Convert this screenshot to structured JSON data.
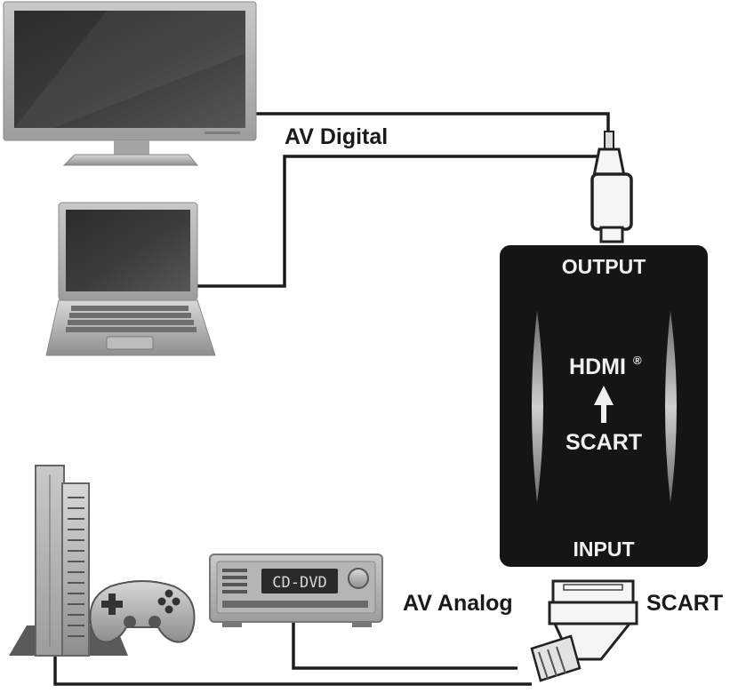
{
  "labels": {
    "av_digital": "AV Digital",
    "av_analog": "AV Analog",
    "scart": "SCART",
    "converter_output": "OUTPUT",
    "converter_input": "INPUT",
    "converter_hdmi": "HDMI",
    "converter_hdmi_mark": "®",
    "converter_scart": "SCART",
    "dvd_display": "CD-DVD"
  },
  "colors": {
    "ink": "#1a1a1a",
    "device_body": "#a9a9a9",
    "screen": "#3a3a3a",
    "converter": "#151515",
    "converter_text": "#f0f0f0"
  },
  "icons": {
    "monitor": "monitor-icon",
    "laptop": "laptop-icon",
    "console": "game-console-icon",
    "gamepad": "gamepad-icon",
    "dvd": "dvd-player-icon",
    "hdmi_plug": "hdmi-plug-icon",
    "scart_plug": "scart-plug-icon",
    "arrow": "arrow-up-icon"
  }
}
